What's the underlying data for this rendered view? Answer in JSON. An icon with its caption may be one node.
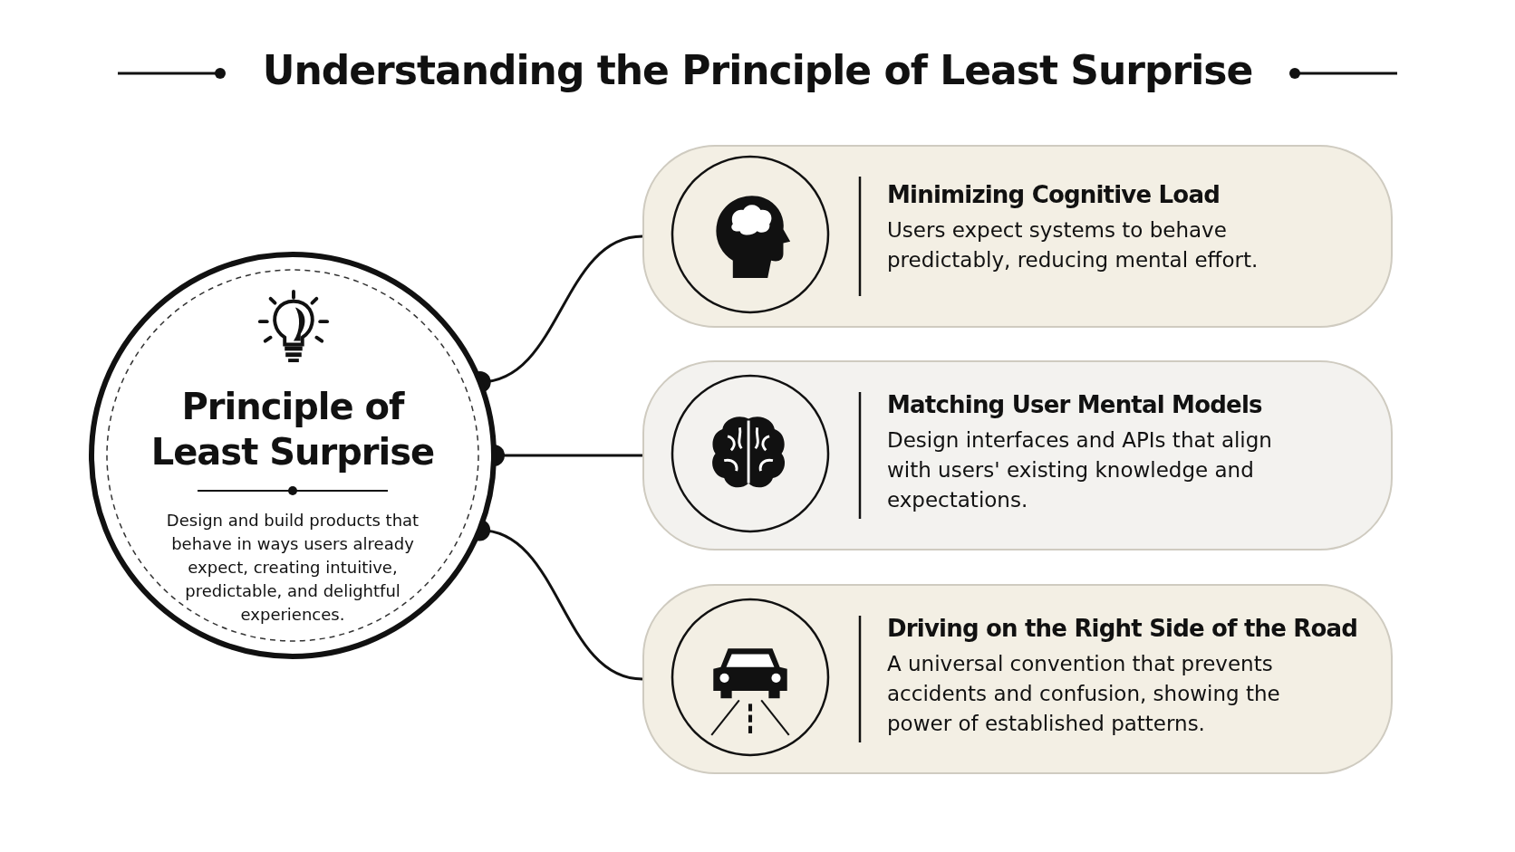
{
  "diagram": {
    "title": "Understanding the Principle of Least Surprise",
    "nodes": [
      {
        "text": [
          "Principle of Least Surprise",
          "Design and build products that behave in ways users already expect, creating intuitive, predictable, and delightful experiences."
        ]
      },
      {
        "text": [
          "Minimizing Cognitive Load",
          "Users expect systems to behave predictably, reducing mental effort."
        ]
      },
      {
        "text": [
          "Matching User Mental Models",
          "Design interfaces and APIs that align with users' existing knowledge and expectations."
        ]
      },
      {
        "text": [
          "Driving on the Right Side of the Road",
          "A universal convention that prevents accidents and confusion, showing the power of established patterns."
        ]
      }
    ],
    "edges": [
      {
        "from": 0,
        "to": 1,
        "arrow": "other"
      },
      {
        "from": 0,
        "to": 2,
        "arrow": "other"
      },
      {
        "from": 0,
        "to": 3,
        "arrow": "other"
      }
    ]
  }
}
